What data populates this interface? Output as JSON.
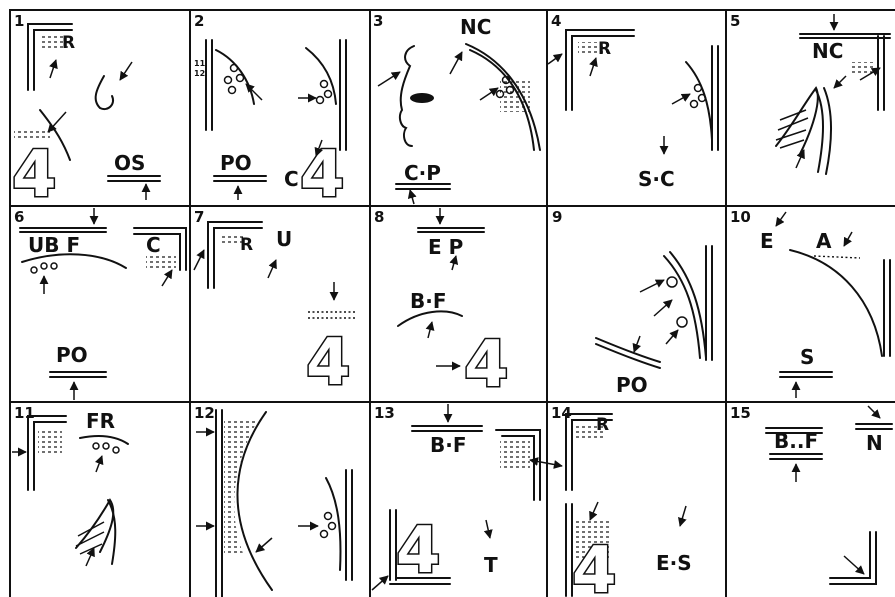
{
  "panels": [
    {
      "number": "1",
      "labels": [
        "R",
        "OS"
      ]
    },
    {
      "number": "2",
      "labels": [
        "11",
        "12",
        "PO",
        "C"
      ]
    },
    {
      "number": "3",
      "labels": [
        "NC",
        "C·P"
      ]
    },
    {
      "number": "4",
      "labels": [
        "R",
        "S·C"
      ]
    },
    {
      "number": "5",
      "labels": [
        "NC"
      ]
    },
    {
      "number": "6",
      "labels": [
        "UB F",
        "C",
        "PO"
      ]
    },
    {
      "number": "7",
      "labels": [
        "R",
        "U"
      ]
    },
    {
      "number": "8",
      "labels": [
        "E P",
        "B·F"
      ]
    },
    {
      "number": "9",
      "labels": [
        "PO"
      ]
    },
    {
      "number": "10",
      "labels": [
        "E",
        "A",
        "S"
      ]
    },
    {
      "number": "11",
      "labels": [
        "FR"
      ]
    },
    {
      "number": "12",
      "labels": []
    },
    {
      "number": "13",
      "labels": [
        "B·F",
        "T"
      ]
    },
    {
      "number": "14",
      "labels": [
        "R",
        "E·S"
      ]
    },
    {
      "number": "15",
      "labels": [
        "B..F",
        "N"
      ]
    }
  ],
  "symbol_four": "4",
  "icons": [
    "arrow-icon",
    "dotted-shading",
    "molar-dots",
    "hand-sketch",
    "face-profile",
    "nose-sketch"
  ]
}
